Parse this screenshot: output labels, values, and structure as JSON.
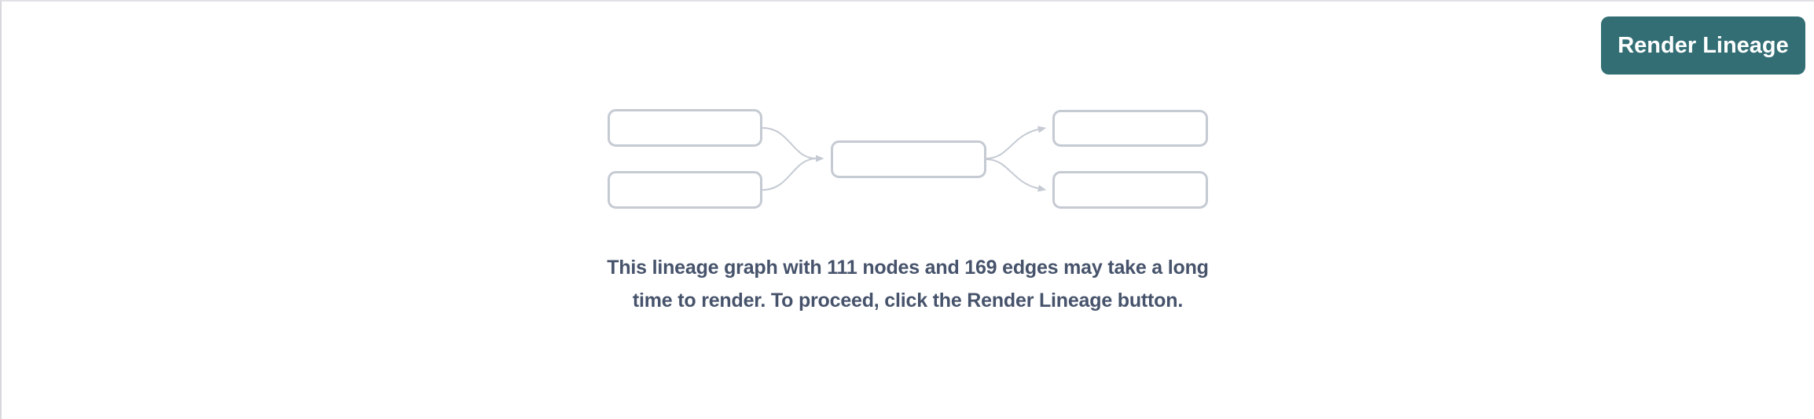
{
  "panel": {
    "background_color": "#ffffff",
    "top_border_color": "#e2e2e6",
    "left_border_color": "#d8d8dd"
  },
  "toolbar": {
    "render_lineage_button": {
      "label": "Render Lineage",
      "background_color": "#336e75",
      "text_color": "#ffffff"
    }
  },
  "lineage_placeholder": {
    "node_count": 5,
    "edge_count": 4,
    "node_fill_color": "#ffffff",
    "node_border_color": "#c5cad3",
    "edge_color": "#c5cad3"
  },
  "message": {
    "text": "This lineage graph with 111 nodes and 169 edges may take a long time to render. To proceed, click the Render Lineage button.",
    "text_color": "#46536b"
  }
}
